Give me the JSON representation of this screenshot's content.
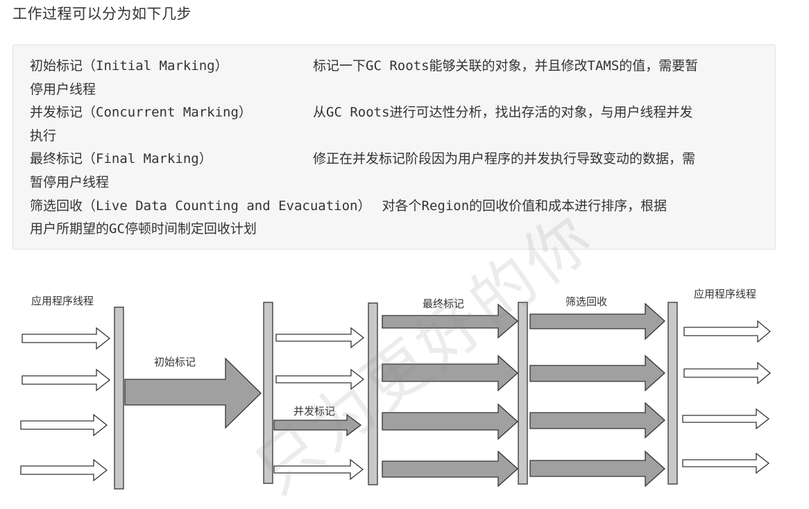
{
  "heading": "工作过程可以分为如下几步",
  "steps": [
    {
      "term": "初始标记（Initial Marking）",
      "desc_line1": "标记一下GC Roots能够关联的对象，并且修改TAMS的值，需要暂",
      "desc_line2": "停用户线程"
    },
    {
      "term": "并发标记（Concurrent Marking）",
      "desc_line1": "从GC Roots进行可达性分析，找出存活的对象，与用户线程并发",
      "desc_line2": "执行"
    },
    {
      "term": "最终标记（Final Marking）",
      "desc_line1": "修正在并发标记阶段因为用户程序的并发执行导致变动的数据，需",
      "desc_line2": "暂停用户线程"
    },
    {
      "term": "筛选回收（Live Data Counting and Evacuation）",
      "desc_line1": "对各个Region的回收价值和成本进行排序，根据",
      "desc_line2": "用户所期望的GC停顿时间制定回收计划"
    }
  ],
  "diagram": {
    "label_app_left": "应用程序线程",
    "label_initial": "初始标记",
    "label_concurrent": "并发标记",
    "label_final": "最终标记",
    "label_evacuation": "筛选回收",
    "label_app_right": "应用程序线程",
    "colors": {
      "bar": "#c8c8c8",
      "arrow_fill": "#a0a0a0",
      "stroke": "#333333"
    }
  },
  "watermark": "只为更好的你"
}
